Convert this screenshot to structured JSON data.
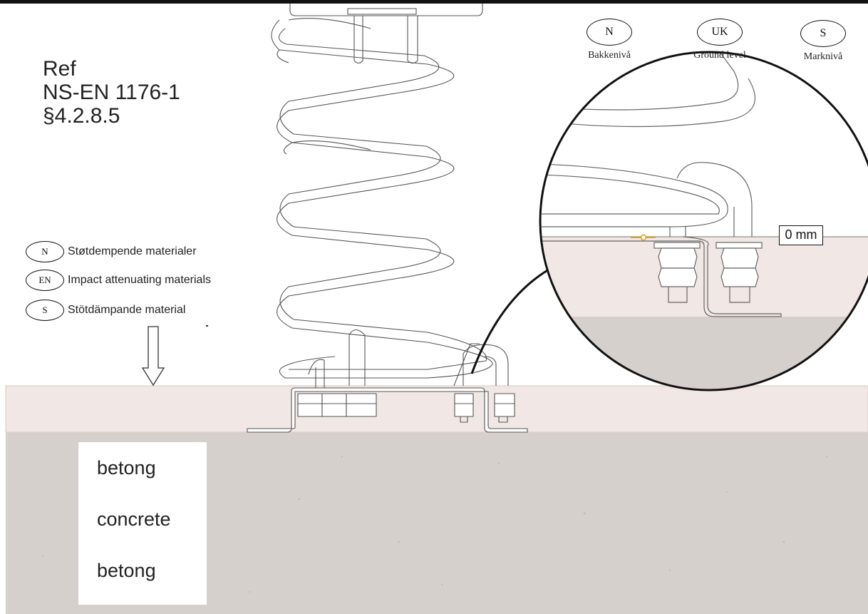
{
  "reference": {
    "line1": "Ref",
    "line2": "NS-EN 1176-1",
    "line3": "§4.2.8.5"
  },
  "surface_legend": [
    {
      "code": "N",
      "label": "Støtdempende materialer"
    },
    {
      "code": "EN",
      "label": "Impact attenuating materials"
    },
    {
      "code": "S",
      "label": "Stötdämpande material"
    }
  ],
  "ground_level_legend": [
    {
      "code": "N",
      "label": "Bakkenivå"
    },
    {
      "code": "UK",
      "label": "Ground level"
    },
    {
      "code": "S",
      "label": "Marknivå"
    }
  ],
  "base_material": [
    "betong",
    "concrete",
    "betong"
  ],
  "detail": {
    "measurement": "0 mm"
  },
  "colors": {
    "surface_layer": "#f1e7e5",
    "concrete": "#d6d0cd",
    "line": "#555555",
    "marker": "#d4a017"
  }
}
